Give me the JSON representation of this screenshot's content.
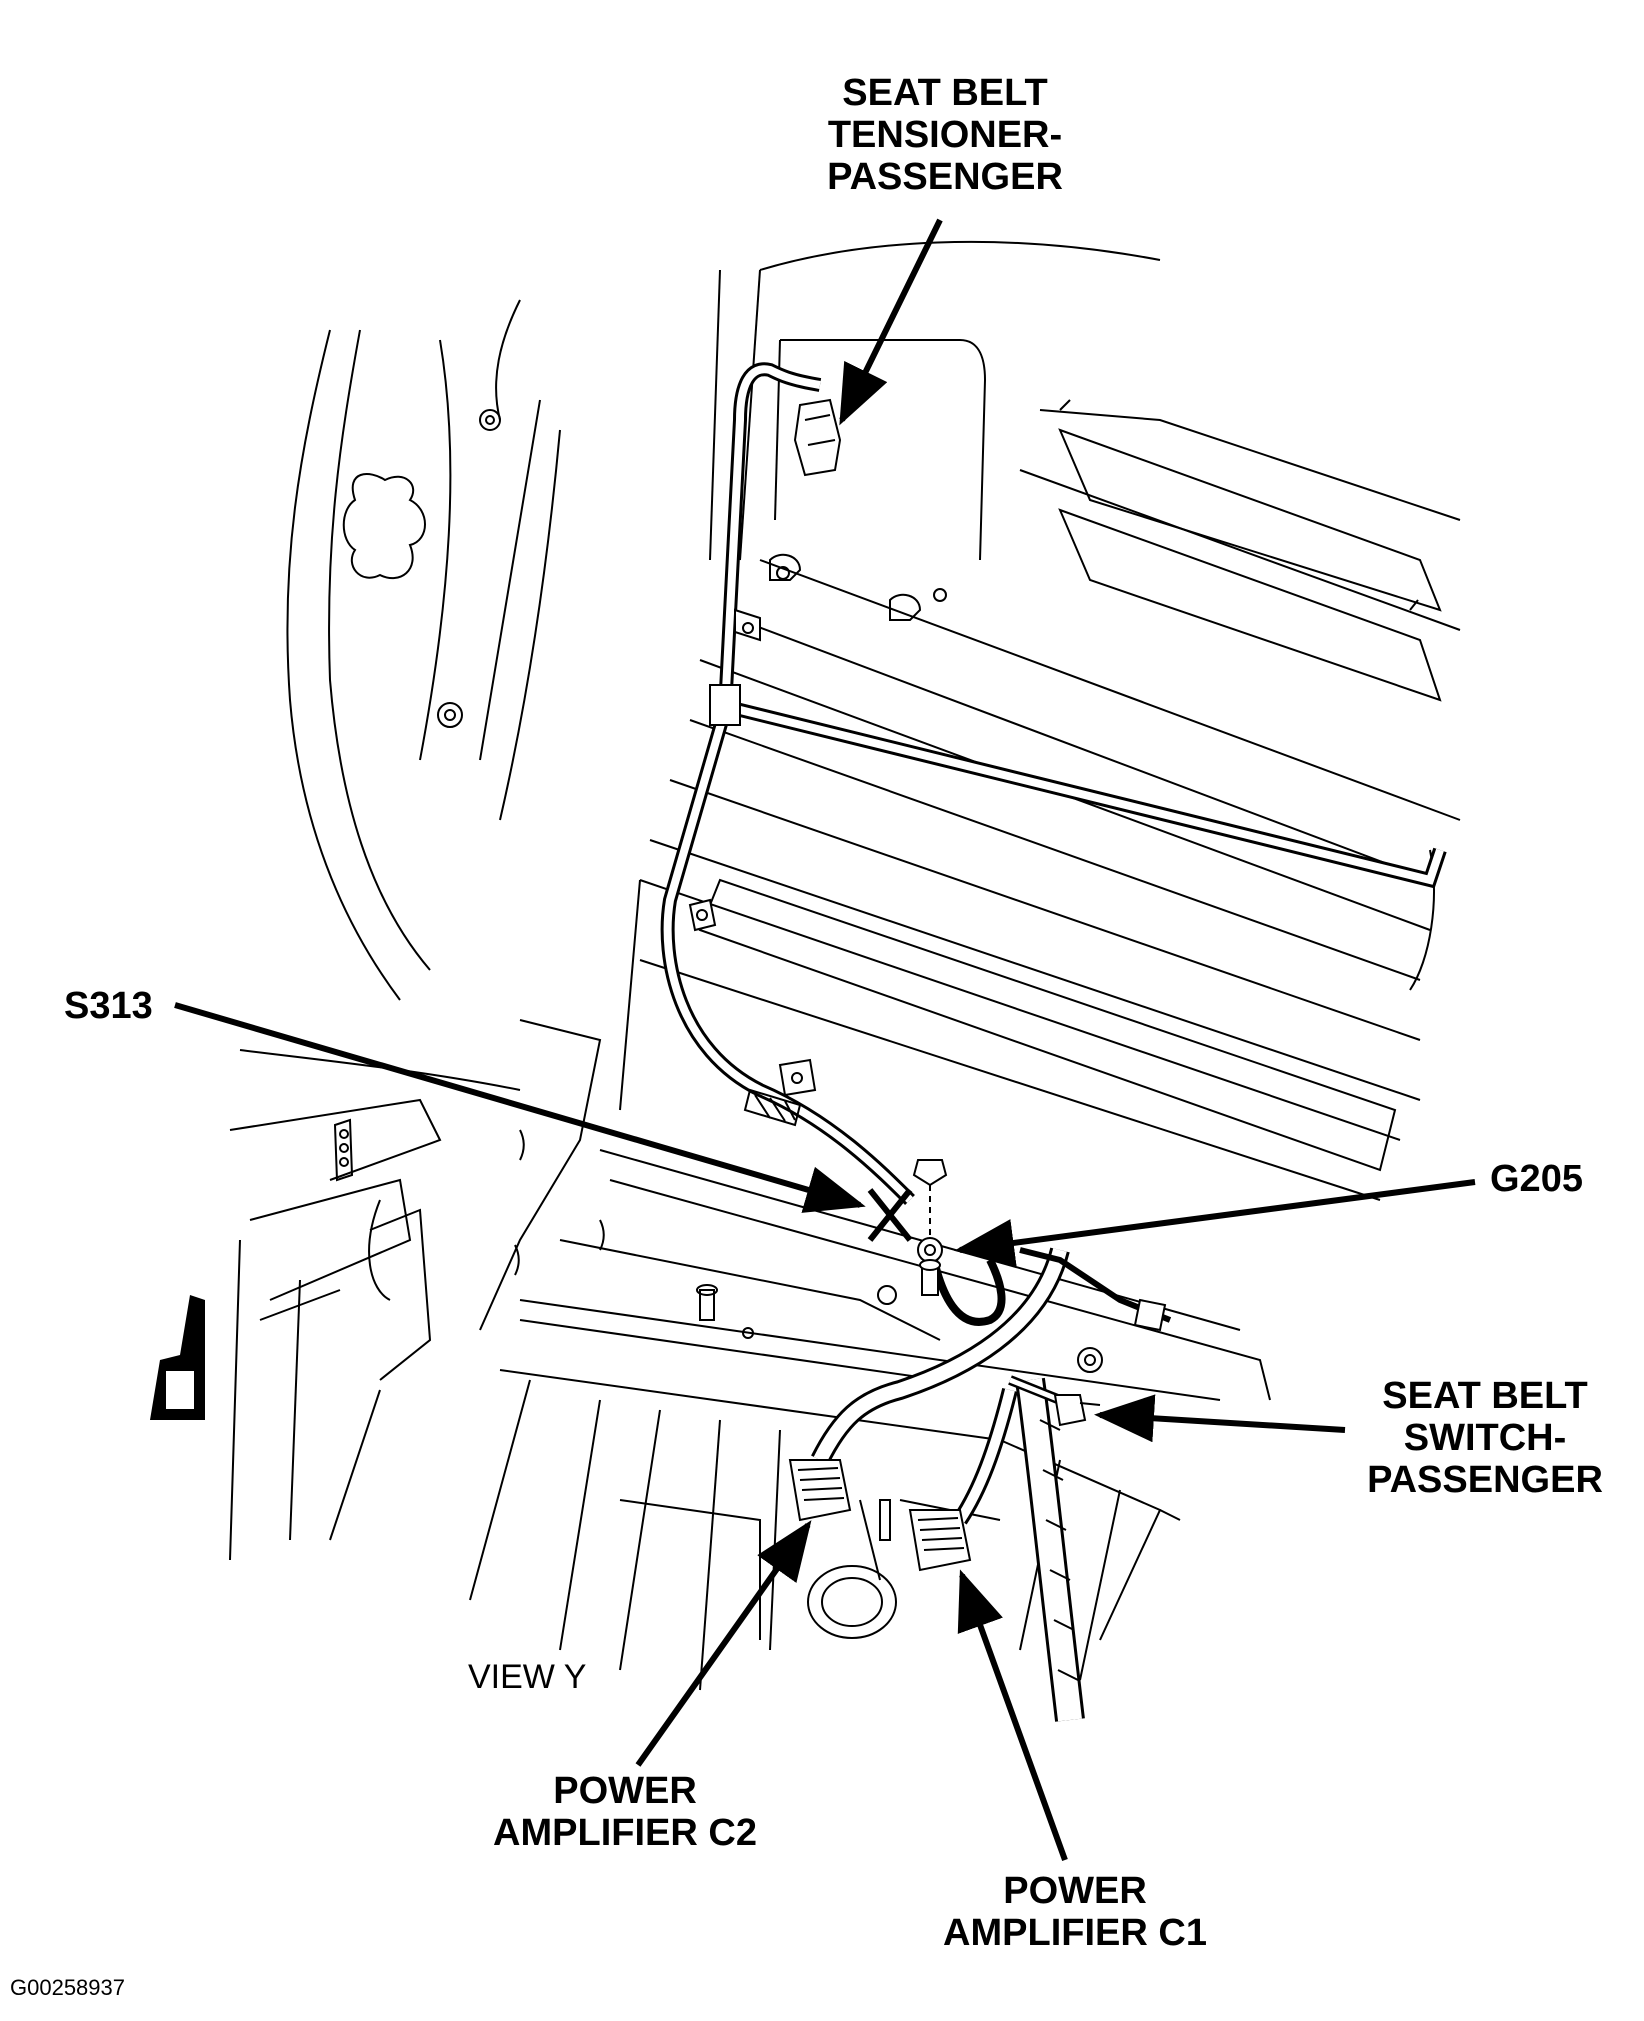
{
  "callouts": {
    "tensioner": [
      "SEAT BELT",
      "TENSIONER-",
      "PASSENGER"
    ],
    "s313": "S313",
    "g205": "G205",
    "belt_switch": [
      "SEAT BELT",
      "SWITCH-",
      "PASSENGER"
    ],
    "amp_c2": [
      "POWER",
      "AMPLIFIER C2"
    ],
    "amp_c1": [
      "POWER",
      "AMPLIFIER C1"
    ]
  },
  "view_label": "VIEW Y",
  "figure_id": "G00258937",
  "colors": {
    "line": "#000000",
    "background": "#ffffff"
  }
}
